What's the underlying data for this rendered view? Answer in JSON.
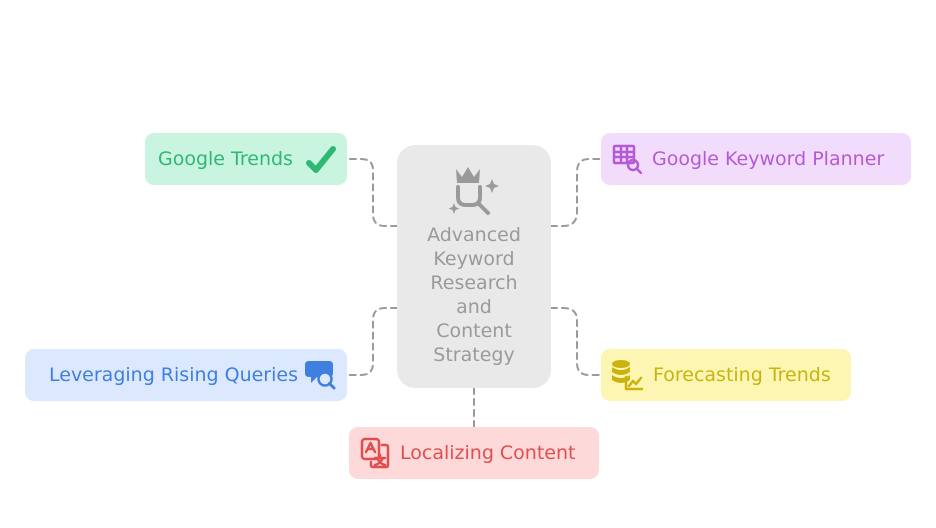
{
  "diagram": {
    "center": {
      "label": "Advanced Keyword Research and Content Strategy",
      "icon": "keyword-research-crown-icon"
    },
    "branches": [
      {
        "label": "Google Trends",
        "icon": "checkmark-icon",
        "color": "#2eb872",
        "background": "#c9f5e0"
      },
      {
        "label": "Google Keyword Planner",
        "icon": "table-search-icon",
        "color": "#b659d6",
        "background": "#f2dcfb"
      },
      {
        "label": "Leveraging Rising Queries",
        "icon": "chat-search-icon",
        "color": "#3f7fe0",
        "background": "#dce8fd"
      },
      {
        "label": "Forecasting Trends",
        "icon": "database-chart-icon",
        "color": "#c9b310",
        "background": "#fcf6b2"
      },
      {
        "label": "Localizing Content",
        "icon": "translate-icon",
        "color": "#e04f4f",
        "background": "#fdd9d9"
      }
    ],
    "connector_color": "#9a9a9a"
  }
}
